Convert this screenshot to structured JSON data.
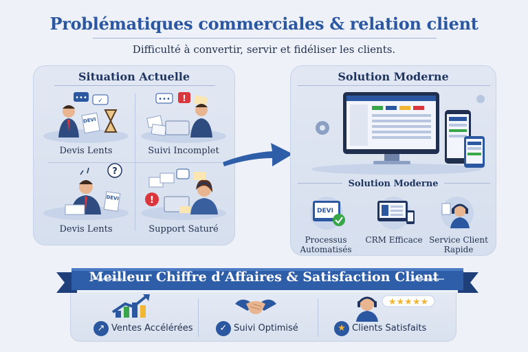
{
  "header": {
    "title": "Problématiques commerciales & relation client",
    "subtitle": "Difficulté à convertir, servir et fidéliser les clients."
  },
  "left_panel": {
    "heading": "Situation Actuelle",
    "items": [
      {
        "label": "Devis Lents",
        "icon": "slow-quote-icon",
        "note": "DEVI"
      },
      {
        "label": "Suivi Incomplet",
        "icon": "incomplete-followup-icon"
      },
      {
        "label": "Devis Lents",
        "icon": "confused-salesman-icon",
        "note": "DEVI"
      },
      {
        "label": "Support Saturé",
        "icon": "overloaded-support-icon"
      }
    ]
  },
  "right_panel": {
    "heading": "Solution Moderne",
    "subheading": "Solution Moderne",
    "items": [
      {
        "label_lines": [
          "Processus",
          "Automatisés"
        ],
        "icon": "automated-quote-icon",
        "note": "DEVI"
      },
      {
        "label_lines": [
          "CRM Efficace"
        ],
        "icon": "crm-dashboard-icon"
      },
      {
        "label_lines": [
          "Service Client",
          "Rapide"
        ],
        "icon": "support-agent-icon"
      }
    ]
  },
  "banner": {
    "text": "Meilleur Chiffre d’Affaires & Satisfaction Client"
  },
  "results": [
    {
      "label": "Ventes Accélérées",
      "icon": "growth-chart-icon",
      "badge": "↗"
    },
    {
      "label": "Suivi Optimisé",
      "icon": "handshake-icon",
      "badge": "✓"
    },
    {
      "label": "Clients Satisfaits",
      "icon": "happy-agent-icon",
      "badge": "★"
    }
  ],
  "colors": {
    "brand_blue": "#2a57a0",
    "dark_navy": "#1f3560",
    "panel_bg": "#dfe6f2",
    "alert_red": "#d9363e",
    "success_green": "#3aa64a",
    "star_gold": "#f2b632"
  }
}
